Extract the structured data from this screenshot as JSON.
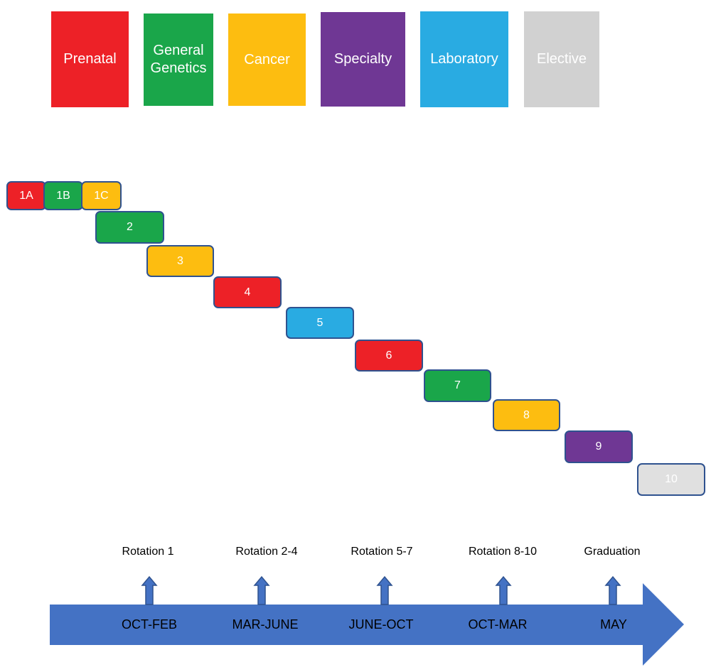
{
  "legend": [
    {
      "label": "Prenatal",
      "color": "#ed2127"
    },
    {
      "label": "General\nGenetics",
      "color": "#1aa64a"
    },
    {
      "label": "Cancer",
      "color": "#fdbd10"
    },
    {
      "label": "Specialty",
      "color": "#6f3794"
    },
    {
      "label": "Laboratory",
      "color": "#29abe2"
    },
    {
      "label": "Elective",
      "color": "#d1d1d1"
    }
  ],
  "rotations": [
    {
      "label": "1A",
      "category": "Prenatal",
      "color": "#ed2127"
    },
    {
      "label": "1B",
      "category": "General Genetics",
      "color": "#1aa64a"
    },
    {
      "label": "1C",
      "category": "Cancer",
      "color": "#fdbd10"
    },
    {
      "label": "2",
      "category": "General Genetics",
      "color": "#1aa64a"
    },
    {
      "label": "3",
      "category": "Cancer",
      "color": "#fdbd10"
    },
    {
      "label": "4",
      "category": "Prenatal",
      "color": "#ed2127"
    },
    {
      "label": "5",
      "category": "Laboratory",
      "color": "#29abe2"
    },
    {
      "label": "6",
      "category": "Prenatal",
      "color": "#ed2127"
    },
    {
      "label": "7",
      "category": "General Genetics",
      "color": "#1aa64a"
    },
    {
      "label": "8",
      "category": "Cancer",
      "color": "#fdbd10"
    },
    {
      "label": "9",
      "category": "Specialty",
      "color": "#6f3794"
    },
    {
      "label": "10",
      "category": "Elective",
      "color": "#e0e0e0"
    }
  ],
  "timeline": {
    "arrow_color": "#4472c4",
    "milestones": [
      {
        "rotation": "Rotation 1",
        "period": "OCT-FEB"
      },
      {
        "rotation": "Rotation 2-4",
        "period": "MAR-JUNE"
      },
      {
        "rotation": "Rotation 5-7",
        "period": "JUNE-OCT"
      },
      {
        "rotation": "Rotation 8-10",
        "period": "OCT-MAR"
      },
      {
        "rotation": "Graduation",
        "period": "MAY"
      }
    ]
  }
}
